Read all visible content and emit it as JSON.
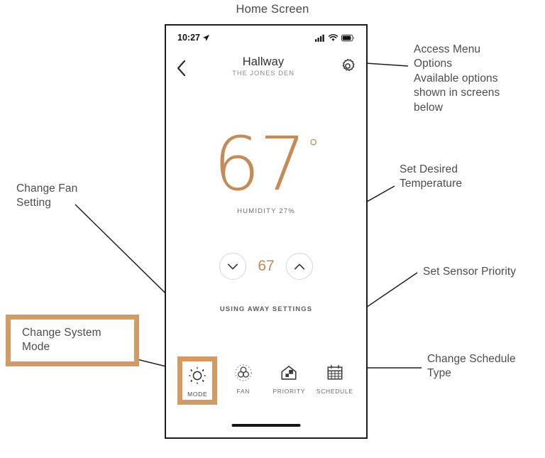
{
  "figure": {
    "title": "Home Screen"
  },
  "phone": {
    "status_bar": {
      "time": "10:27",
      "location_icon": "location-arrow-icon",
      "cellular_icon": "cellular-signal-icon",
      "wifi_icon": "wifi-icon",
      "battery_icon": "battery-icon"
    },
    "header": {
      "back_icon": "chevron-left-icon",
      "room_name": "Hallway",
      "home_name": "THE JONES DEN",
      "settings_icon": "gear-icon"
    },
    "main": {
      "current_temp": "67",
      "degree_symbol": "°",
      "humidity": "HUMIDITY 27%",
      "setpoint": "67",
      "decrease_icon": "chevron-down-icon",
      "increase_icon": "chevron-up-icon",
      "status": "USING AWAY SETTINGS"
    },
    "bottom_nav": [
      {
        "label": "MODE",
        "icon": "sun-mode-icon",
        "active": true
      },
      {
        "label": "FAN",
        "icon": "fan-icon",
        "active": false
      },
      {
        "label": "PRIORITY",
        "icon": "house-sensor-icon",
        "active": false
      },
      {
        "label": "SCHEDULE",
        "icon": "calendar-icon",
        "active": false
      }
    ]
  },
  "annotations": [
    {
      "id": "access-menu",
      "text": "Access Menu\nOptions\nAvailable options\nshown in screens\nbelow",
      "boxed": false
    },
    {
      "id": "set-temperature",
      "text": "Set Desired\nTemperature",
      "boxed": false
    },
    {
      "id": "set-sensor-priority",
      "text": "Set Sensor Priority",
      "boxed": false
    },
    {
      "id": "change-schedule-type",
      "text": "Change Schedule\nType",
      "boxed": false
    },
    {
      "id": "change-fan-setting",
      "text": "Change Fan\nSetting",
      "boxed": false
    },
    {
      "id": "change-system-mode",
      "text": "Change System\nMode",
      "boxed": true
    }
  ],
  "colors": {
    "accent_temp": "#c58a55",
    "highlight_box": "#d49a63",
    "phone_frame": "#1d1d1d",
    "annotation_text": "#4c4c4c"
  }
}
